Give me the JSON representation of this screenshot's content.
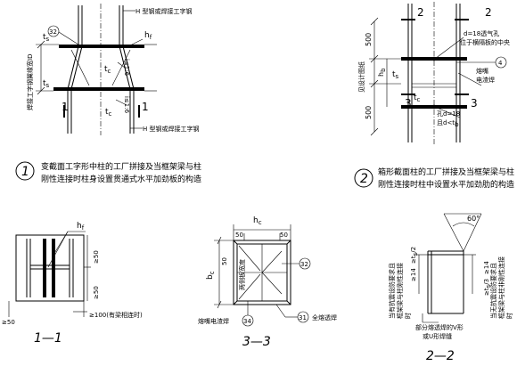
{
  "detail1": {
    "top_label": "H 型钢或焊接工字钢",
    "bottom_label": "H 型钢或焊接工字钢",
    "side_label_a": "焊接工字钢翼缘宽",
    "side_label_b": "I",
    "side_label_c": "D",
    "ref_32": "32",
    "ref_num_1": "1",
    "ref_num_1b": "1",
    "hf": "h",
    "hf_sub": "f",
    "tc": "t",
    "tc_sub": "c",
    "ts": "t",
    "ts_sub": "s",
    "slope_a": "i≤1:6",
    "slope_b": "i≤1:6",
    "caption_num": "1",
    "caption_line1": "变截面工字形中柱的工厂拼接及当框架梁与柱",
    "caption_line2": "刚性连接时柱身设置贯通式水平加劲板的构造"
  },
  "detail2": {
    "ref_num_2": "2",
    "ref_num_3": "3",
    "ref_num_2b": "2",
    "ref_num_3b": "3",
    "dim_500_top": "500",
    "dim_500_bottom": "500",
    "side_label": "见设计图纸",
    "hb": "h",
    "hb_sub": "b",
    "vent_note1": "d=18透气孔",
    "vent_note2": "位于横隔板的中央",
    "hole_note1": "孔d=18",
    "hole_note2": "且d<t",
    "hole_note2_sub": "b",
    "ref_4": "4",
    "elec_note1": "熔嘴",
    "elec_note2": "电渣焊",
    "ts": "t",
    "ts_sub": "s",
    "tc": "t",
    "tc_sub": "c",
    "caption_num": "2",
    "caption_line1": "箱形截面柱的工厂拼接及当框架梁与柱",
    "caption_line2": "刚性连接时柱中设置水平加劲肋的构造"
  },
  "section11": {
    "hf": "h",
    "hf_sub": "f",
    "dim_50_a": "≥50",
    "dim_50_b": "≥50",
    "dim_50_c": "≥50",
    "dim_100": "≥100(有梁相连时)",
    "title": "1—1"
  },
  "section33": {
    "hc": "h",
    "hc_sub": "c",
    "bc": "b",
    "bc_sub": "c",
    "dim_50_a": "50",
    "dim_50_b": "50",
    "dim_50_c": "50",
    "inner_label": "两侧板宽度",
    "ref_32": "32",
    "ref_34": "34",
    "ref_31": "31",
    "elec_label": "熔嘴电渣焊",
    "full_weld_label": "全熔透焊",
    "title": "3—3"
  },
  "section22": {
    "angle": "60°",
    "dim_14_a": "≥14",
    "dim_14_b": "≥14",
    "ts_half": "≥t",
    "ts_half_sub": "s",
    "ts_half_tail": "/2",
    "ts_full": "≥t",
    "ts_full_sub": "s",
    "ts_full_tail": "/3",
    "left_note1": "当有抗震设防要求且",
    "left_note2": "框架梁与柱刚性连接",
    "left_note3": "时",
    "right_note1": "当无抗震设防要求且",
    "right_note2": "框架梁与柱非刚性连接",
    "right_note3": "时",
    "bottom_note1": "部分熔透焊的V形",
    "bottom_note2": "或U形焊缝",
    "title": "2—2"
  }
}
